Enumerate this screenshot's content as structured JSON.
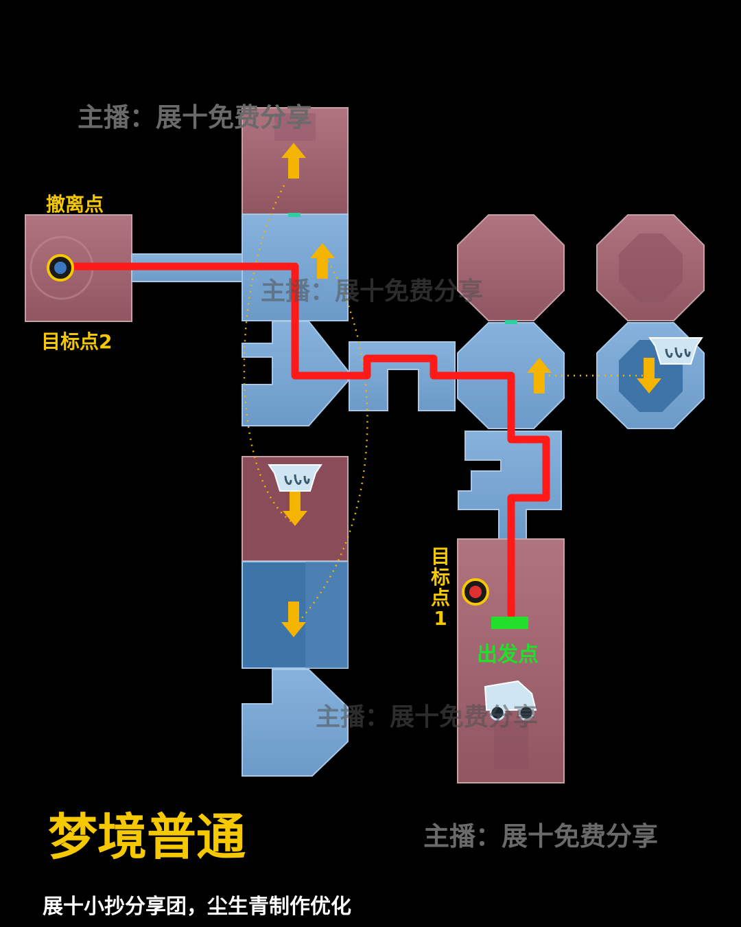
{
  "map": {
    "title": "梦境普通",
    "credit": "展十小抄分享团，尘生青制作优化",
    "watermark": "主播：展十免费分享",
    "labels": {
      "extract": "撤离点",
      "target2": "目标点2",
      "target1_chars": [
        "目",
        "标",
        "点",
        "1"
      ],
      "start": "出发点"
    },
    "colors": {
      "red_room": "#a0626e",
      "blue_room": "#7aa6d2",
      "dark_blue_room": "#3f74a8",
      "route": "#ff1a1a",
      "arrow": "#f5b400",
      "start_marker": "#22e02a",
      "label_yellow": "#f5c800",
      "label_green": "#22e02a"
    },
    "icons": [
      "extract-point-icon",
      "target-point-icon",
      "ghost-enemy-icon",
      "vehicle-icon",
      "up-arrow-icon",
      "down-arrow-icon"
    ]
  }
}
